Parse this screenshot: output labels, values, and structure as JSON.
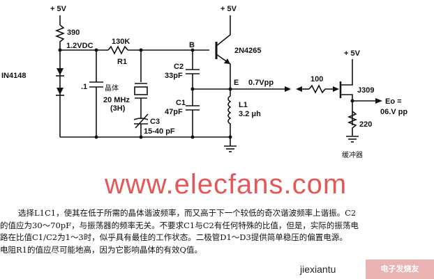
{
  "diagram": {
    "supply_left": "+ 5V",
    "supply_transistor": "+ 5V",
    "supply_jfet": "+ 5V",
    "r_bias": "390",
    "bias_voltage": "1.2VDC",
    "diodes": "IN4148",
    "cap_bypass": ".1",
    "r1_value": "130K",
    "r1_label": "R1",
    "crystal_label": "晶体",
    "crystal_freq": "20 MHz",
    "crystal_mode": "(3H)",
    "c3_label": "C3",
    "c3_value": "15-40 pF",
    "base_node": "B",
    "transistor": "2N4265",
    "c2_label": "C2",
    "c2_value": "33pF",
    "c1_label": "C1",
    "c1_value": "47pF",
    "emitter_node": "E",
    "emitter_signal": "0.7Vpp",
    "l1_label": "L1",
    "l1_value": "3.2 μh",
    "r_gate": "100",
    "jfet": "J309",
    "output_label": "Eo =",
    "output_value": "06.V pp",
    "r_source": "220",
    "buffer_label": "缓冲器"
  },
  "description": [
    "选择L1C1，使其在低于所需的晶体谐波频率，而又高于下一个较低的奇次谐波频率上谐振。C2",
    "的值应为30～70pF，与振荡器的频率无关。不要求C1与C2有任何特殊的比值，但是，实际的振荡电",
    "路在比值C1/C2为1～3时，似乎具有最佳的工作状态。二极管D1～D3提供简单稳压的偏置电源。",
    "电阻R1的值应尽可能地高，因为它影响晶体的有效Q值。"
  ],
  "watermark": "www.elecfans.com",
  "site_mark": "jiexiantu",
  "logo_text": "电子发烧友",
  "colors": {
    "watermark": "#e23a3a",
    "ink": "#111111"
  }
}
